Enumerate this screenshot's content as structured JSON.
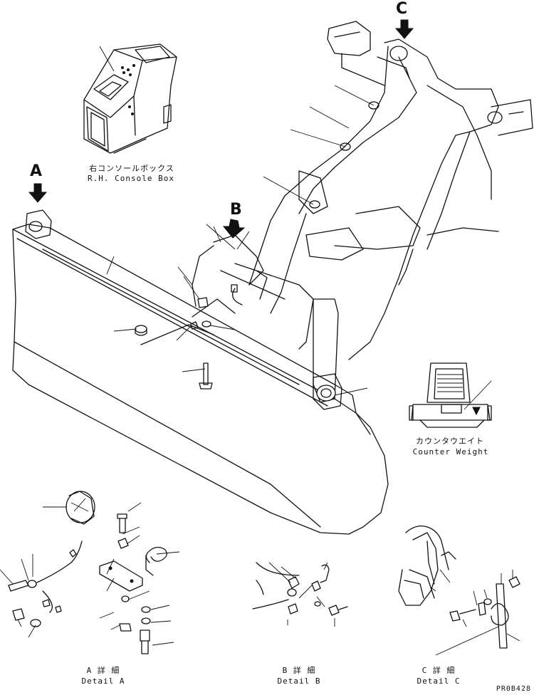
{
  "callouts": {
    "a": "A",
    "b": "B",
    "c": "C"
  },
  "labels": {
    "console_jp": "右コンソールボックス",
    "console_en": "R.H. Console Box",
    "counterweight_jp": "カウンタウエイト",
    "counterweight_en": "Counter Weight",
    "detail_a_jp": "A 詳 細",
    "detail_a_en": "Detail A",
    "detail_b_jp": "B 詳 細",
    "detail_b_en": "Detail B",
    "detail_c_jp": "C 詳 細",
    "detail_c_en": "Detail C"
  },
  "drawing_code": "PR0B428"
}
